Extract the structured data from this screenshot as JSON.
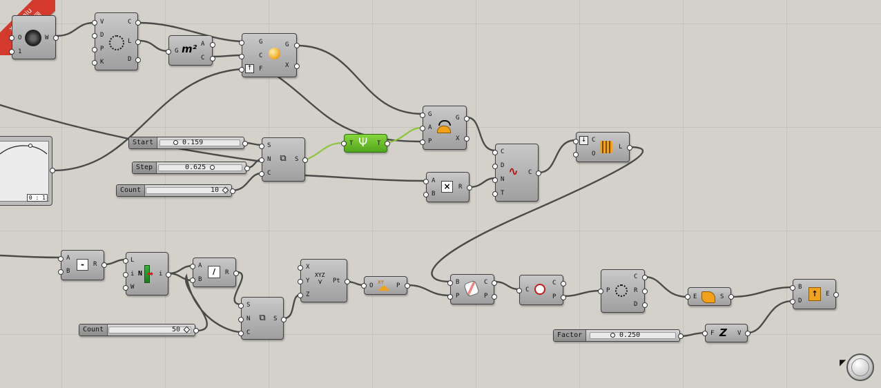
{
  "watermark": {
    "line1": "xuexiniu",
    "line2": "学犀牛中文网"
  },
  "graph_mapper": {
    "tag": "0 : 1"
  },
  "sliders": {
    "start": {
      "name": "Start",
      "value": "0.159"
    },
    "step": {
      "name": "Step",
      "value": "0.625"
    },
    "count_top": {
      "name": "Count",
      "value": "10"
    },
    "count_bottom": {
      "name": "Count",
      "value": "50"
    },
    "factor": {
      "name": "Factor",
      "value": "0.250"
    }
  },
  "components": {
    "c1": {
      "in": [
        "O",
        "1"
      ],
      "out": [
        "W"
      ],
      "icon": "swirl-icon"
    },
    "c2": {
      "in": [
        "V",
        "D",
        "P",
        "K"
      ],
      "out": [
        "C",
        "L",
        "D"
      ],
      "icon": "dotted-curve-icon"
    },
    "c3": {
      "in": [
        "G"
      ],
      "out": [
        "A",
        "C"
      ],
      "icon": "area-icon",
      "glyph": "m²"
    },
    "c4": {
      "in": [
        "G",
        "C",
        "F"
      ],
      "out": [
        "G",
        "X"
      ],
      "icon": "scale-sphere-icon"
    },
    "c5": {
      "in": [
        "S",
        "N",
        "C"
      ],
      "out": [
        "S"
      ],
      "icon": "series-icon"
    },
    "c6": {
      "in": [
        "T"
      ],
      "out": [
        "T"
      ],
      "icon": "graft-tree-icon"
    },
    "c7": {
      "in": [
        "G",
        "A",
        "P"
      ],
      "out": [
        "G",
        "X"
      ],
      "icon": "rotate-icon"
    },
    "c8": {
      "in": [
        "A",
        "B"
      ],
      "out": [
        "R"
      ],
      "icon": "multiply-icon",
      "glyph": "×"
    },
    "c9": {
      "in": [
        "C",
        "D",
        "N",
        "T"
      ],
      "out": [
        "C"
      ],
      "icon": "nurbs-curve-icon"
    },
    "c10": {
      "in": [
        "C",
        "O"
      ],
      "out": [
        "L"
      ],
      "icon": "loft-icon"
    },
    "c11": {
      "in": [
        "A",
        "B"
      ],
      "out": [
        "R"
      ],
      "icon": "minus-icon",
      "glyph": "-"
    },
    "c12": {
      "in": [
        "L",
        "i",
        "W"
      ],
      "out": [
        "i"
      ],
      "icon": "list-item-icon"
    },
    "c13": {
      "in": [
        "A",
        "B"
      ],
      "out": [
        "R"
      ],
      "icon": "division-icon"
    },
    "c14": {
      "in": [
        "S",
        "N",
        "C"
      ],
      "out": [
        "S"
      ],
      "icon": "series-icon"
    },
    "c15": {
      "in": [
        "X",
        "Y",
        "Z"
      ],
      "out": [
        "Pt"
      ],
      "icon": "construct-point-icon",
      "glyph": "XYZ"
    },
    "c16": {
      "in": [
        "O"
      ],
      "out": [
        "P"
      ],
      "icon": "xy-plane-icon",
      "glyph": "XY"
    },
    "c17": {
      "in": [
        "B",
        "P"
      ],
      "out": [
        "C",
        "P"
      ],
      "icon": "contour-icon"
    },
    "c18": {
      "in": [
        "C"
      ],
      "out": [
        "C",
        "P"
      ],
      "icon": "circle-icon"
    },
    "c19": {
      "in": [
        "P"
      ],
      "out": [
        "C",
        "R",
        "D"
      ],
      "icon": "circle-points-icon"
    },
    "c20": {
      "in": [
        "E"
      ],
      "out": [
        "S"
      ],
      "icon": "surface-icon"
    },
    "c21": {
      "in": [
        "F"
      ],
      "out": [
        "V"
      ],
      "icon": "unit-z-icon",
      "glyph": "Z"
    },
    "c22": {
      "in": [
        "B",
        "D"
      ],
      "out": [
        "E"
      ],
      "icon": "extrude-icon"
    }
  }
}
